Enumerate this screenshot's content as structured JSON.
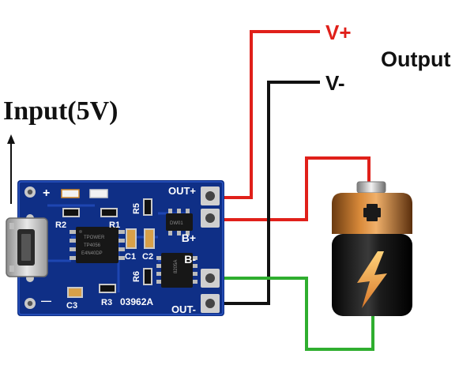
{
  "labels": {
    "vplus": "V+",
    "vminus": "V-",
    "output": "Output",
    "input": "Input(5V)"
  },
  "board": {
    "pin_out_plus": "OUT+",
    "pin_b_plus": "B+",
    "pin_b_minus": "B-",
    "pin_out_minus": "OUT-",
    "plus_mark": "+",
    "minus_mark": "—",
    "r2": "R2",
    "r1": "R1",
    "r5": "R5",
    "r6": "R6",
    "r3": "R3",
    "c1": "C1",
    "c2": "C2",
    "c3": "C3",
    "board_code": "03962A",
    "chip_text_1": "TPOWER",
    "chip_text_2": "TP4056",
    "chip_text_3": "E4N40DP",
    "dw01_text": "DW01",
    "mosfet_text": "8205A"
  },
  "colors": {
    "wire_red": "#e0201a",
    "wire_black": "#111111",
    "wire_green": "#2fae2f",
    "pcb_blue": "#0f2f86"
  },
  "icons": {
    "battery": "battery-icon",
    "usb": "micro-usb-icon",
    "arrow": "arrow-up-icon",
    "bolt": "lightning-icon"
  }
}
